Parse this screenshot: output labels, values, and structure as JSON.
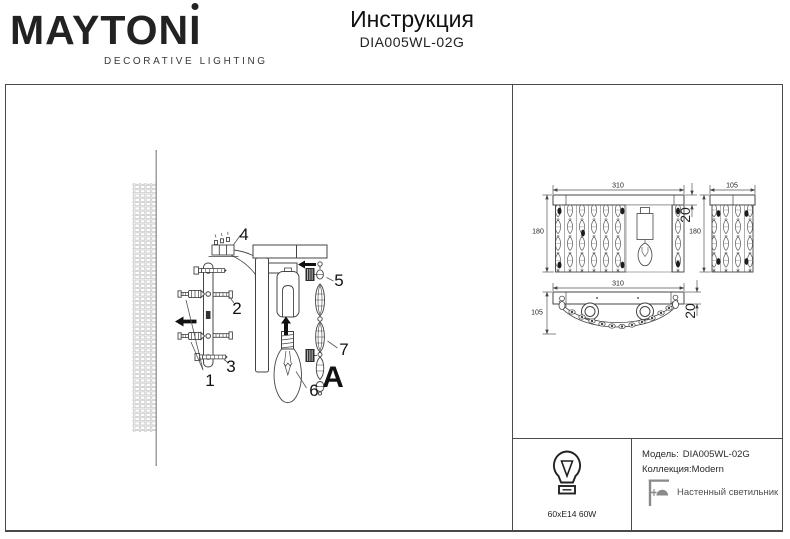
{
  "brand": {
    "name_main": "MAYTON",
    "name_i": "I",
    "tagline": "DECORATIVE LIGHTING"
  },
  "doc": {
    "title": "Инструкция",
    "model": "DIA005WL-02G"
  },
  "assembly": {
    "part_labels": [
      "1",
      "2",
      "3",
      "4",
      "5",
      "6",
      "7"
    ],
    "detail_view_label": "A"
  },
  "dims": {
    "front_width": "310",
    "front_height": "180",
    "front_thickness": "20",
    "side_width": "105",
    "side_height": "180",
    "top_width": "310",
    "top_depth": "105",
    "top_thickness": "20"
  },
  "info": {
    "bulb_spec": "60xE14 60W",
    "model_label": "Модель:",
    "model_value": "DIA005WL-02G",
    "collection_label": "Коллекция:",
    "collection_value": "Modern",
    "type_label": "Настенный светильник"
  },
  "icons": {
    "bulb": "bulb-icon",
    "wall_lamp": "wall-lamp-icon"
  },
  "colors": {
    "line": "#444444",
    "frame": "#4a4a4a",
    "text": "#1a1a1a",
    "muted": "#777777"
  }
}
